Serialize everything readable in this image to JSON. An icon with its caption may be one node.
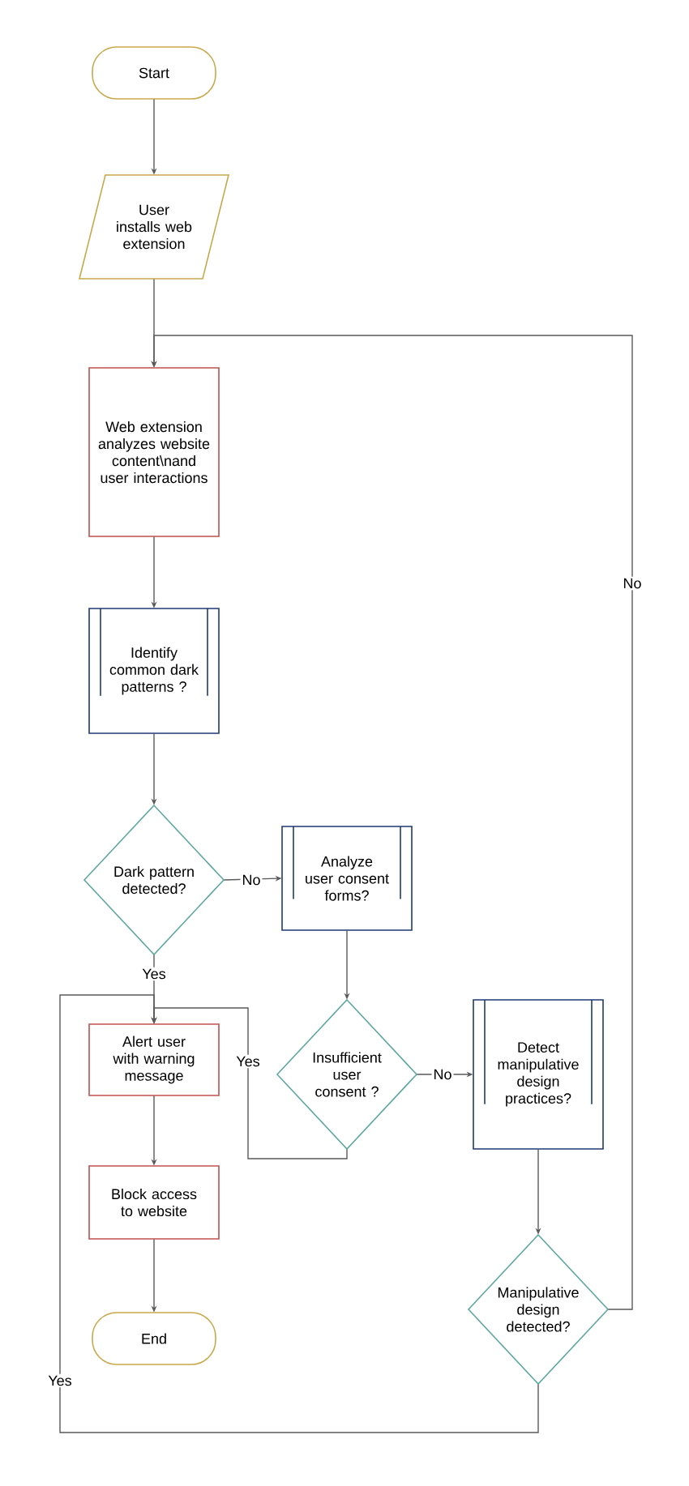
{
  "diagram": {
    "nodes": [
      {
        "text": [
          "Start"
        ]
      },
      {
        "text": [
          "User installs web extension"
        ]
      },
      {
        "text": [
          "Web extension analyzes website content\\nand user interactions"
        ]
      },
      {
        "text": [
          "Identify common dark patterns ?"
        ]
      },
      {
        "text": [
          "Dark pattern detected?"
        ]
      },
      {
        "text": [
          "Analyze user consent forms?"
        ]
      },
      {
        "text": [
          "Insufficient user consent ?"
        ]
      },
      {
        "text": [
          "Detect manipulative design practices?"
        ]
      },
      {
        "text": [
          "Manipulative design detected?"
        ]
      },
      {
        "text": [
          "Alert user with warning message"
        ]
      },
      {
        "text": [
          "Block access to website"
        ]
      },
      {
        "text": [
          "End"
        ]
      }
    ],
    "edges": [
      {
        "from": 0,
        "to": 1,
        "arrow": "to"
      },
      {
        "from": 1,
        "to": 2,
        "arrow": "to"
      },
      {
        "from": 2,
        "to": 3,
        "arrow": "to"
      },
      {
        "from": 3,
        "to": 4,
        "arrow": "to"
      },
      {
        "from": 4,
        "to": 9,
        "arrow": "to",
        "label": "Yes"
      },
      {
        "from": 4,
        "to": 5,
        "arrow": "to",
        "label": "No"
      },
      {
        "from": 5,
        "to": 6,
        "arrow": "to"
      },
      {
        "from": 6,
        "to": 9,
        "arrow": "to",
        "label": "Yes"
      },
      {
        "from": 6,
        "to": 7,
        "arrow": "to",
        "label": "No"
      },
      {
        "from": 7,
        "to": 8,
        "arrow": "to"
      },
      {
        "from": 8,
        "to": 2,
        "arrow": "to",
        "label": "No"
      },
      {
        "from": 8,
        "to": 9,
        "arrow": "to",
        "label": "Yes"
      },
      {
        "from": 9,
        "to": 10,
        "arrow": "to"
      },
      {
        "from": 10,
        "to": 11,
        "arrow": "to"
      }
    ]
  }
}
